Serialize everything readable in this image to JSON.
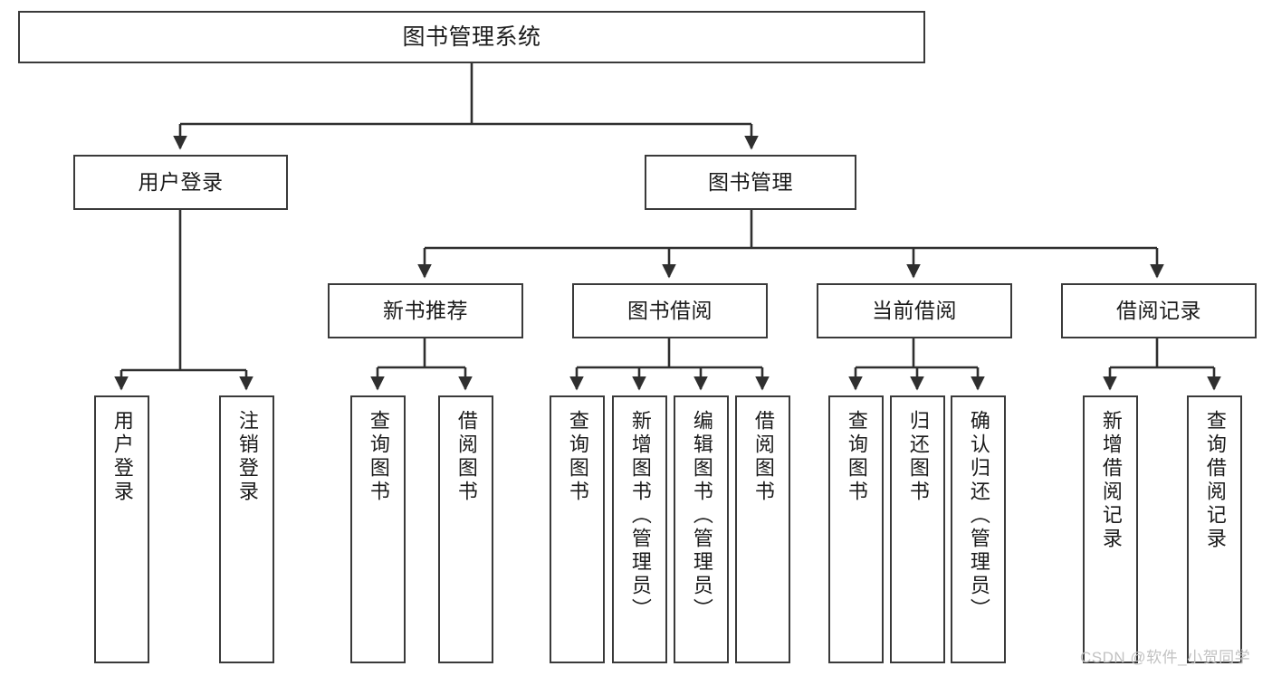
{
  "diagram": {
    "type": "tree-hierarchy-chart",
    "title": "图书管理系统",
    "watermark": "CSDN @软件_小贺同学",
    "colors": {
      "box_border": "#3a3a3a",
      "box_fill": "#ffffff",
      "connector": "#2f2f2f",
      "text": "#1b1b1b",
      "watermark": "#c2c2c2",
      "background": "#ffffff"
    },
    "root": {
      "label": "图书管理系统"
    },
    "level2": [
      {
        "id": "user-login",
        "label": "用户登录"
      },
      {
        "id": "book-manage",
        "label": "图书管理"
      }
    ],
    "level3": [
      {
        "id": "new-book-rec",
        "label": "新书推荐"
      },
      {
        "id": "book-borrow",
        "label": "图书借阅"
      },
      {
        "id": "current-borrow",
        "label": "当前借阅"
      },
      {
        "id": "borrow-record",
        "label": "借阅记录"
      }
    ],
    "leaves": {
      "user-login": [
        {
          "id": "leaf-user-login",
          "label": "用户登录"
        },
        {
          "id": "leaf-logout",
          "label": "注销登录"
        }
      ],
      "new-book-rec": [
        {
          "id": "leaf-query-book-1",
          "label": "查询图书"
        },
        {
          "id": "leaf-borrow-book-1",
          "label": "借阅图书"
        }
      ],
      "book-borrow": [
        {
          "id": "leaf-query-book-2",
          "label": "查询图书"
        },
        {
          "id": "leaf-add-book",
          "label": "新增图书（管理员）"
        },
        {
          "id": "leaf-edit-book",
          "label": "编辑图书（管理员）"
        },
        {
          "id": "leaf-borrow-book-2",
          "label": "借阅图书"
        }
      ],
      "current-borrow": [
        {
          "id": "leaf-query-book-3",
          "label": "查询图书"
        },
        {
          "id": "leaf-return-book",
          "label": "归还图书"
        },
        {
          "id": "leaf-confirm-return",
          "label": "确认归还（管理员）"
        }
      ],
      "borrow-record": [
        {
          "id": "leaf-add-record",
          "label": "新增借阅记录"
        },
        {
          "id": "leaf-query-record",
          "label": "查询借阅记录"
        }
      ]
    }
  }
}
